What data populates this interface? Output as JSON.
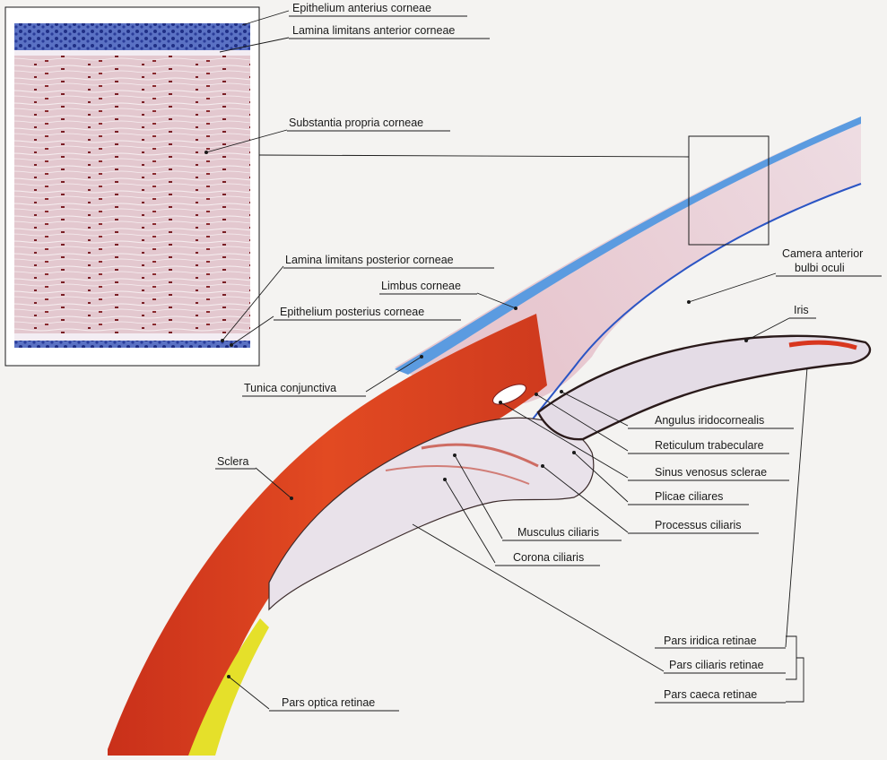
{
  "labels": {
    "epithelium_anterius": "Epithelium anterius corneae",
    "lamina_anterior": "Lamina limitans anterior corneae",
    "substantia_propria": "Substantia propria corneae",
    "lamina_posterior": "Lamina limitans posterior corneae",
    "limbus": "Limbus corneae",
    "epithelium_posterius": "Epithelium posterius corneae",
    "camera_anterior_line1": "Camera anterior",
    "camera_anterior_line2": "bulbi oculi",
    "iris": "Iris",
    "tunica_conjunctiva": "Tunica conjunctiva",
    "angulus": "Angulus iridocornealis",
    "reticulum": "Reticulum trabeculare",
    "sclera": "Sclera",
    "sinus_venosus": "Sinus venosus sclerae",
    "plicae": "Plicae ciliares",
    "processus": "Processus ciliaris",
    "musculus": "Musculus ciliaris",
    "corona": "Corona ciliaris",
    "pars_iridica": "Pars iridica retinae",
    "pars_ciliaris": "Pars ciliaris retinae",
    "pars_caeca": "Pars caeca retinae",
    "pars_optica": "Pars optica retinae"
  },
  "colors": {
    "background": "#f4f3f1",
    "cornea_stroma": "#e3c8cf",
    "epithelium": "#3b5fb8",
    "corneal_surface": "#5b9be0",
    "sclera": "#d63a1e",
    "ciliary_body": "#e9e2ea",
    "pigment": "#2a1a1a",
    "retina": "#e5e02a"
  }
}
